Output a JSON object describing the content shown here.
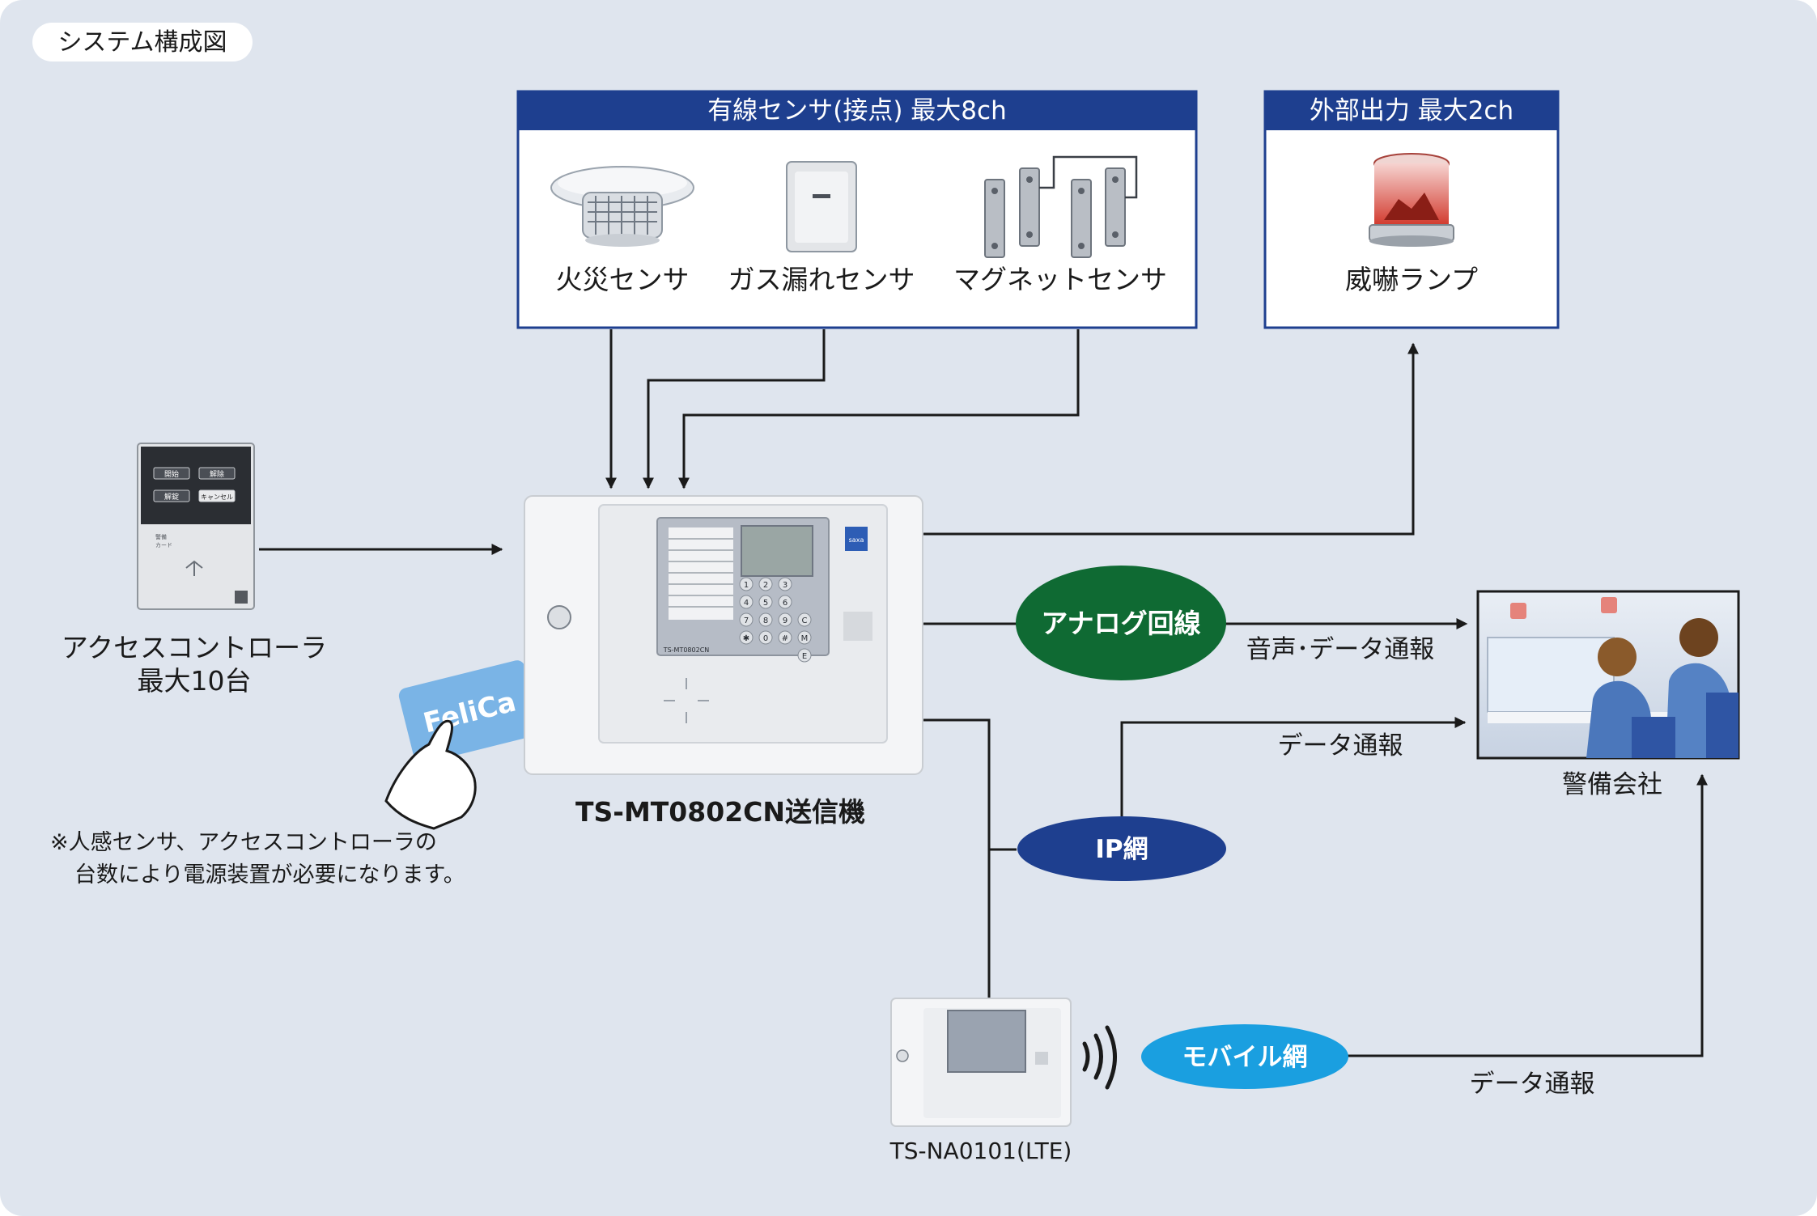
{
  "diagram": {
    "title_tag": "システム構成図",
    "wired_sensors": {
      "header": "有線センサ(接点) 最大8ch",
      "items": [
        "火災センサ",
        "ガス漏れセンサ",
        "マグネットセンサ"
      ]
    },
    "external_output": {
      "header": "外部出力 最大2ch",
      "items": [
        "威嚇ランプ"
      ]
    },
    "access_controller": {
      "line1": "アクセスコントローラ",
      "line2": "最大10台",
      "panel_buttons": [
        "開始",
        "解除",
        "解錠",
        "キャンセル"
      ],
      "panel_small": [
        "警備",
        "カード"
      ]
    },
    "card_label": "FeliCa",
    "note": {
      "line1": "※人感センサ、アクセスコントローラの",
      "line2": "台数により電源装置が必要になります。"
    },
    "transmitter": {
      "label": "TS-MT0802CN送信機",
      "model_print": "TS-MT0802CN",
      "brand": "saxa",
      "keys": [
        "1",
        "2",
        "3",
        "4",
        "5",
        "6",
        "7",
        "8",
        "9",
        "✱",
        "0",
        "#",
        "C",
        "M",
        "E"
      ]
    },
    "networks": {
      "analog": "アナログ回線",
      "ip": "IP網",
      "mobile": "モバイル網"
    },
    "flow_labels": {
      "voice_data": "音声･データ通報",
      "data_ip": "データ通報",
      "data_mobile": "データ通報"
    },
    "security_company": "警備会社",
    "lte_device": "TS-NA0101(LTE)",
    "colors": {
      "background": "#dfe5ee",
      "header_blue": "#1e3f8f",
      "analog_green": "#0f6a33",
      "ip_navy": "#1e3f8f",
      "mobile_cyan": "#1a9fe0",
      "card_blue": "#7ab4e6"
    }
  }
}
